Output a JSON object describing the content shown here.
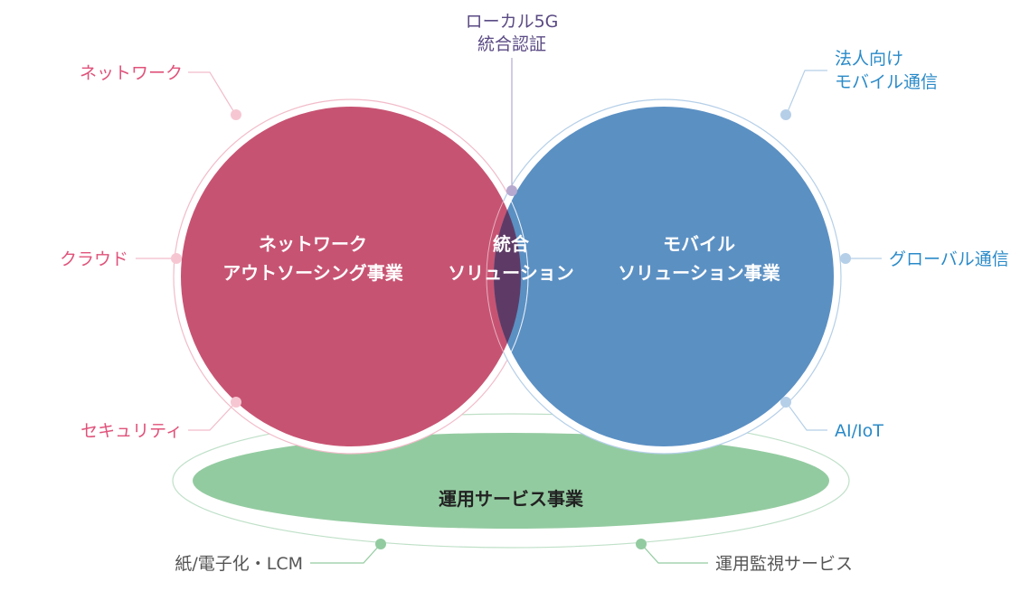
{
  "colors": {
    "network": "#c75372",
    "mobile": "#5b90c3",
    "overlap": "#5e3b66",
    "operations": "#93cba0",
    "pink_accent": "#e0527a",
    "blue_accent": "#2a8ac8",
    "green_accent": "#93cba0",
    "purple_accent": "#b6a9cf"
  },
  "circles": {
    "network": {
      "line1": "ネットワーク",
      "line2": "アウトソーシング事業"
    },
    "center": {
      "line1": "統合",
      "line2": "ソリューション"
    },
    "mobile": {
      "line1": "モバイル",
      "line2": "ソリューション事業"
    },
    "operations": {
      "label": "運用サービス事業"
    }
  },
  "labels": {
    "top_center": {
      "line1": "ローカル5G",
      "line2": "統合認証"
    },
    "network": "ネットワーク",
    "cloud": "クラウド",
    "security": "セキュリティ",
    "corporate_mobile": {
      "line1": "法人向け",
      "line2": "モバイル通信"
    },
    "global": "グローバル通信",
    "ai_iot": "AI/IoT",
    "paper": "紙/電子化・LCM",
    "monitoring": "運用監視サービス"
  }
}
